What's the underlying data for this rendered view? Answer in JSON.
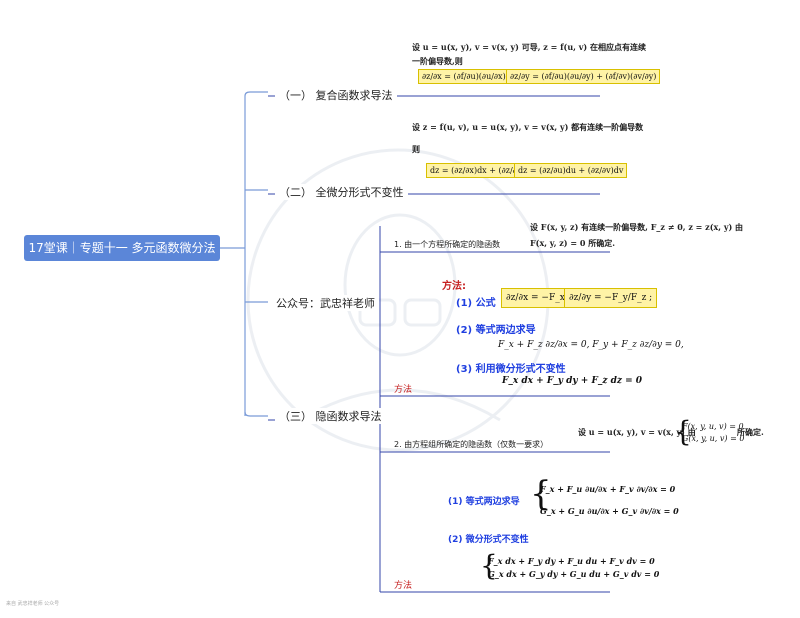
{
  "root": {
    "label": "17堂课｜专题十一 多元函数微分法"
  },
  "branches": {
    "b1": "（一） 复合函数求导法",
    "b2": "（二） 全微分形式不变性",
    "b3": "公众号：武忠祥老师",
    "b4": "（三） 隐函数求导法"
  },
  "composite": {
    "cond_line1": "设 u = u(x, y), v = v(x, y) 可导, z = f(u, v) 在相应点有连续",
    "cond_line2": "一阶偏导数,则",
    "formula_x": "∂z/∂x = (∂f/∂u)(∂u/∂x) + (∂f/∂v)(∂v/∂x)",
    "formula_y": "∂z/∂y = (∂f/∂u)(∂u/∂y) + (∂f/∂v)(∂v/∂y)"
  },
  "total_diff": {
    "cond_line1": "设 z = f(u, v), u = u(x, y), v = v(x, y) 都有连续一阶偏导数",
    "cond_line2": "则",
    "formula_1": "dz = (∂z/∂x)dx + (∂z/∂y)dy",
    "formula_2": "dz = (∂z/∂u)du + (∂z/∂v)dv"
  },
  "implicit": {
    "sub1_label": "1. 由一个方程所确定的隐函数",
    "sub1_cond_line1": "设 F(x, y, z) 有连续一阶偏导数, F_z ≠ 0, z = z(x, y) 由",
    "sub1_cond_line2": "F(x, y, z) = 0 所确定.",
    "methods_heading": "方法:",
    "m1_label": "(1) 公式",
    "m1_formula_x": "∂z/∂x = −F_x/F_z",
    "m1_formula_y": "∂z/∂y = −F_y/F_z ;",
    "m2_label": "(2) 等式两边求导",
    "m2_formula": "F_x + F_z ∂z/∂x = 0,    F_y + F_z ∂z/∂y = 0,",
    "m3_label": "(3) 利用微分形式不变性",
    "m3_formula": "F_x dx + F_y dy + F_z dz = 0",
    "method_tag1": "方法",
    "sub2_label": "2. 由方程组所确定的隐函数（仅数一要求）",
    "sub2_cond_prefix": "设 u = u(x, y), v = v(x, y) 由",
    "sub2_sys_1": "F(x, y, u, v) = 0",
    "sub2_sys_2": "G(x, y, u, v) = 0",
    "sub2_cond_suffix": "所确定.",
    "n1_label": "(1) 等式两边求导",
    "n1_eq1": "F_x + F_u ∂u/∂x + F_v ∂v/∂x = 0",
    "n1_eq2": "G_x + G_u ∂u/∂x + G_v ∂v/∂x = 0",
    "n2_label": "(2) 微分形式不变性",
    "n2_eq1": "F_x dx + F_y dy + F_u du + F_v dv = 0",
    "n2_eq2": "G_x dx + G_y dy + G_u du + G_v dv = 0",
    "method_tag2": "方法"
  },
  "watermark": "来自 武忠祥老师 公众号"
}
